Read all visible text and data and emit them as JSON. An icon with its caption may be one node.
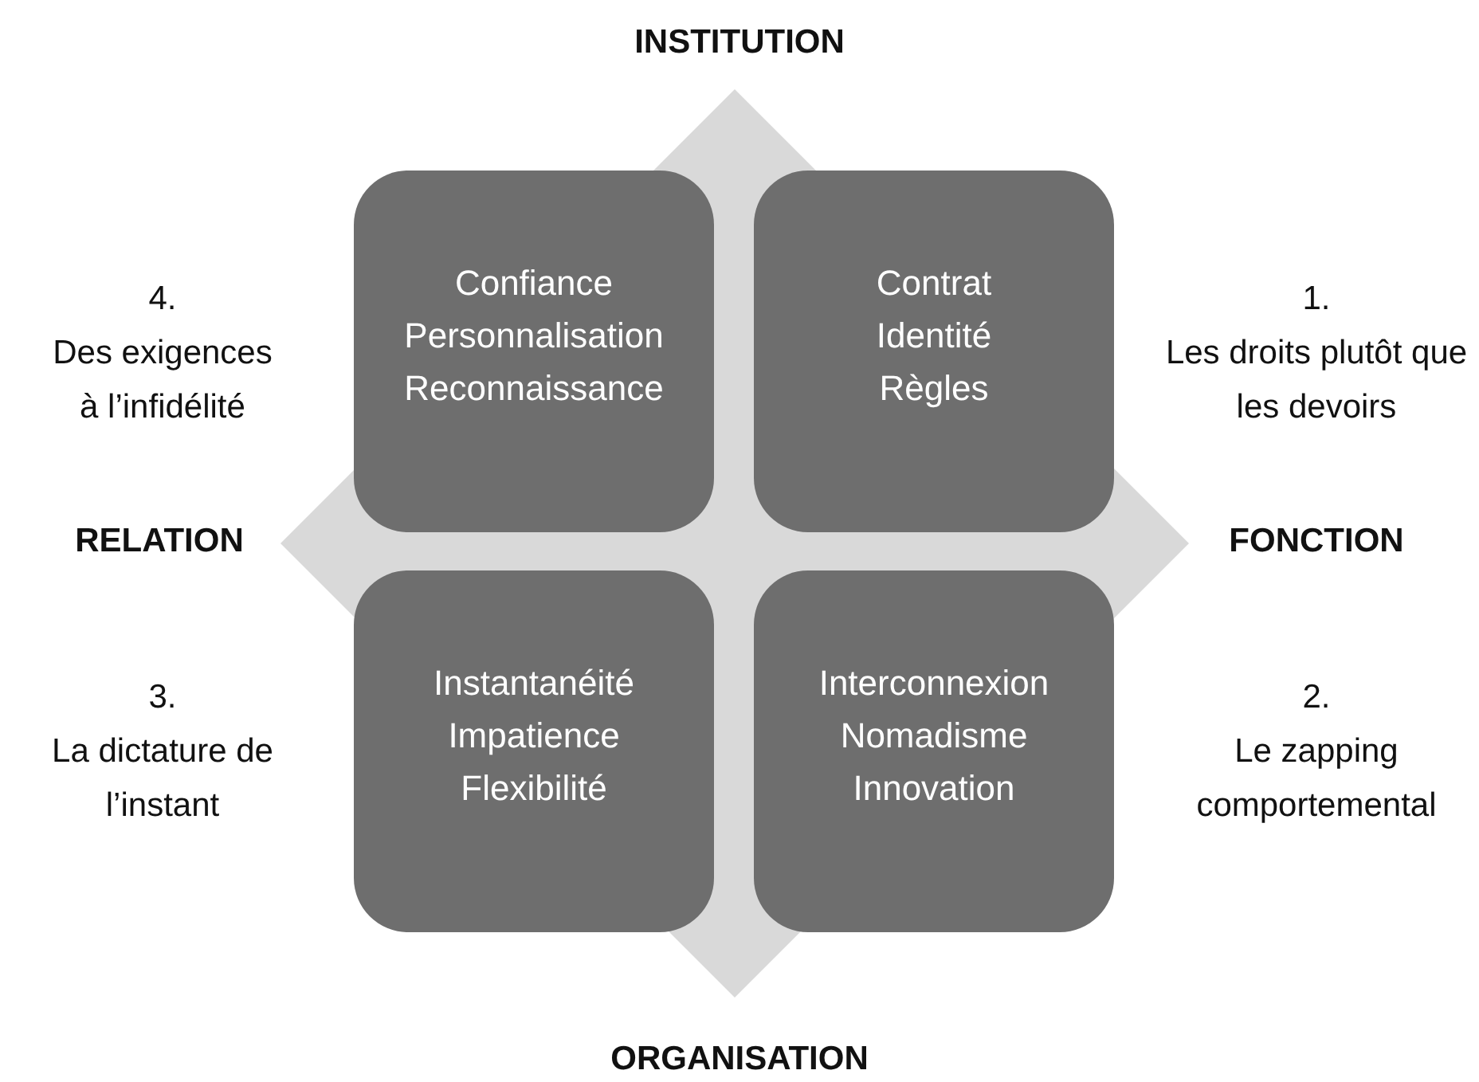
{
  "diagram": {
    "nodes": [
      {
        "text": [
          "Confiance",
          "Personnalisation",
          "Reconnaissance"
        ]
      },
      {
        "text": [
          "Contrat",
          "Identité",
          "Règles"
        ]
      },
      {
        "text": [
          "Instantanéité",
          "Impatience",
          "Flexibilité"
        ]
      },
      {
        "text": [
          "Interconnexion",
          "Nomadisme",
          "Innovation"
        ]
      }
    ],
    "labels": [
      "INSTITUTION",
      "4.",
      "Des exigences à l’infidélité",
      "1.",
      "Les droits plutôt que les devoirs",
      "RELATION",
      "FONCTION",
      "3.",
      "La dictature de l’instant",
      "2.",
      "Le zapping comportemental",
      "ORGANISATION"
    ]
  }
}
